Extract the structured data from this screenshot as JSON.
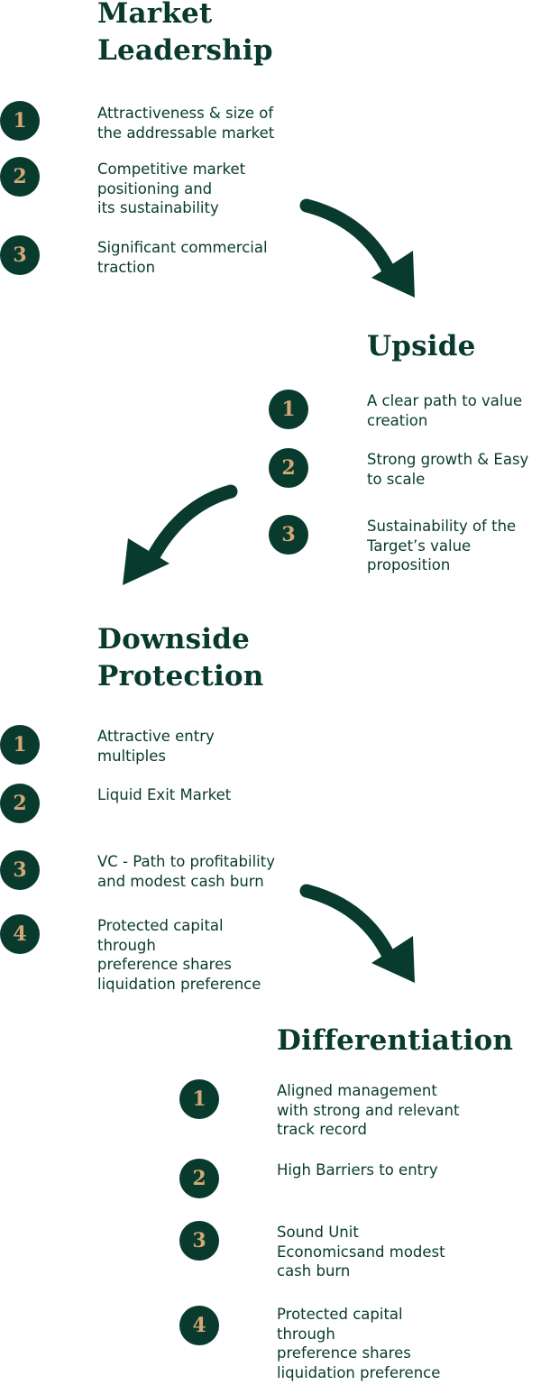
{
  "colors": {
    "primary": "#083a2e",
    "accent": "#d4a874",
    "background": "#ffffff"
  },
  "sections": [
    {
      "title_lines": [
        "Market",
        "Leadership"
      ],
      "items": [
        {
          "number": "1",
          "text": "Attractiveness & size of\nthe addressable market"
        },
        {
          "number": "2",
          "text": "Competitive market\npositioning and\nits sustainability"
        },
        {
          "number": "3",
          "text": "Significant commercial\ntraction"
        }
      ]
    },
    {
      "title_lines": [
        "Upside"
      ],
      "items": [
        {
          "number": "1",
          "text": "A clear path to value\ncreation"
        },
        {
          "number": "2",
          "text": "Strong growth & Easy\nto scale"
        },
        {
          "number": "3",
          "text": "Sustainability of the\nTarget’s value\nproposition"
        }
      ]
    },
    {
      "title_lines": [
        "Downside",
        "Protection"
      ],
      "items": [
        {
          "number": "1",
          "text": "Attractive entry\nmultiples"
        },
        {
          "number": "2",
          "text": "Liquid Exit Market"
        },
        {
          "number": "3",
          "text": "VC - Path to profitability\nand modest cash burn"
        },
        {
          "number": "4",
          "text": "Protected capital\nthrough\npreference shares\nliquidation preference"
        }
      ]
    },
    {
      "title_lines": [
        "Differentiation"
      ],
      "items": [
        {
          "number": "1",
          "text": "Aligned management\nwith strong and relevant\ntrack record"
        },
        {
          "number": "2",
          "text": "High Barriers to entry"
        },
        {
          "number": "3",
          "text": "Sound Unit\nEconomicsand modest\ncash burn"
        },
        {
          "number": "4",
          "text": "Protected capital\nthrough\npreference shares\nliquidation preference"
        }
      ]
    }
  ],
  "arrows": [
    {
      "icon": "curved-arrow-down-right-icon"
    },
    {
      "icon": "curved-arrow-down-left-icon"
    },
    {
      "icon": "curved-arrow-down-right-icon"
    }
  ]
}
